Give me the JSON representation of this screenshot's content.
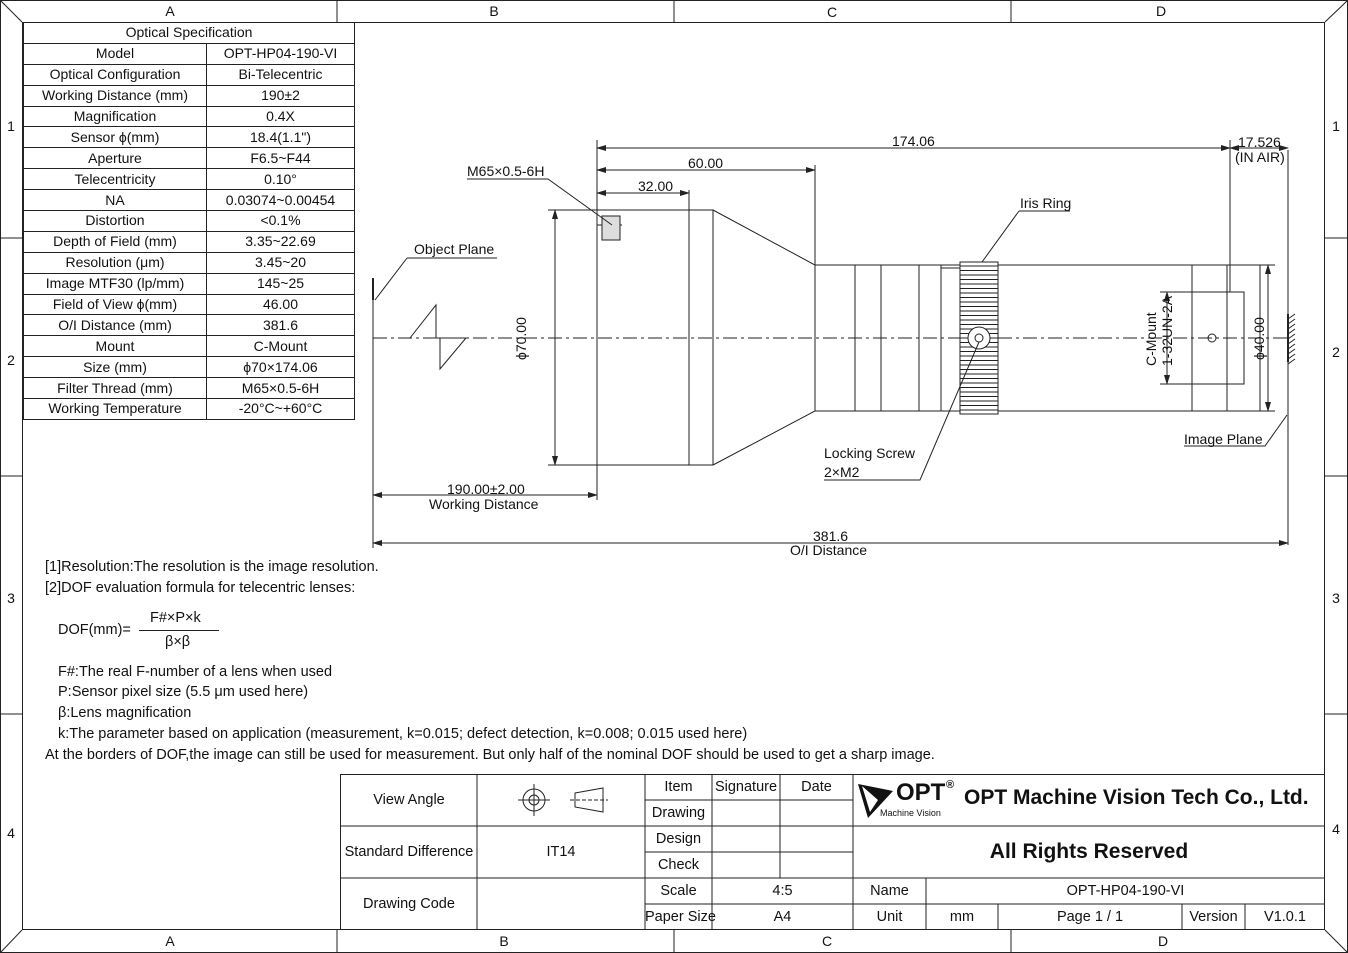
{
  "frame": {
    "cols": [
      "A",
      "B",
      "C",
      "D"
    ],
    "rows": [
      "1",
      "2",
      "3",
      "4"
    ]
  },
  "spec": {
    "title": "Optical Specification",
    "rows": [
      {
        "k": "Model",
        "v": "OPT-HP04-190-VI"
      },
      {
        "k": "Optical Configuration",
        "v": "Bi-Telecentric"
      },
      {
        "k": "Working Distance (mm)",
        "v": "190±2"
      },
      {
        "k": "Magnification",
        "v": "0.4X"
      },
      {
        "k": "Sensor ϕ(mm)",
        "v": "18.4(1.1\")"
      },
      {
        "k": "Aperture",
        "v": "F6.5~F44"
      },
      {
        "k": "Telecentricity",
        "v": "0.10°"
      },
      {
        "k": "NA",
        "v": "0.03074~0.00454"
      },
      {
        "k": "Distortion",
        "v": "<0.1%"
      },
      {
        "k": "Depth of Field (mm)",
        "v": "3.35~22.69"
      },
      {
        "k": "Resolution (μm)",
        "v": "3.45~20"
      },
      {
        "k": "Image MTF30 (lp/mm)",
        "v": "145~25"
      },
      {
        "k": "Field of View ϕ(mm)",
        "v": "46.00"
      },
      {
        "k": "O/I Distance (mm)",
        "v": "381.6"
      },
      {
        "k": "Mount",
        "v": "C-Mount"
      },
      {
        "k": "Size (mm)",
        "v": "ϕ70×174.06"
      },
      {
        "k": "Filter Thread (mm)",
        "v": "M65×0.5-6H"
      },
      {
        "k": "Working Temperature",
        "v": "-20°C~+60°C"
      }
    ]
  },
  "drawing": {
    "dim_total": "174.06",
    "dim_60": "60.00",
    "dim_32": "32.00",
    "dim_air": "17.526",
    "dim_air_note": "(IN AIR)",
    "thread": "M65×0.5-6H",
    "iris": "Iris Ring",
    "object_plane": "Object Plane",
    "image_plane": "Image Plane",
    "dia70": "ϕ70.00",
    "dia40": "ϕ40.00",
    "cmount1": "C-Mount",
    "cmount2": "1-32UN-2A",
    "lock1": "Locking Screw",
    "lock2": "2×M2",
    "wd_val": "190.00±2.00",
    "wd_lbl": "Working Distance",
    "oi_val": "381.6",
    "oi_lbl": "O/I Distance"
  },
  "notes": {
    "n1": "[1]Resolution:The resolution is  the image resolution.",
    "n2": "[2]DOF evaluation formula for telecentric lenses:",
    "dof_lhs": "DOF(mm)=",
    "dof_num": "F#×P×k",
    "dof_den": "β×β",
    "f": "F#:The real F-number of a lens when used",
    "p": "P:Sensor pixel size (5.5 μm used here)",
    "b": "β:Lens magnification",
    "k": "k:The parameter based on application (measurement, k=0.015; defect detection, k=0.008; 0.015 used here)",
    "last": "At the borders of DOF,the image can still be used for measurement. But only half of the nominal DOF should be used to get a sharp image."
  },
  "titleblock": {
    "view_angle": "View Angle",
    "std_diff": "Standard Difference",
    "std_val": "IT14",
    "drawing_code": "Drawing Code",
    "item": "Item",
    "signature": "Signature",
    "date": "Date",
    "drawing": "Drawing",
    "design": "Design",
    "check": "Check",
    "scale": "Scale",
    "scale_val": "4:5",
    "paper": "Paper Size",
    "paper_val": "A4",
    "logo": "OPT",
    "logo_sub": "Machine Vision",
    "company": "OPT Machine Vision Tech Co., Ltd.",
    "rights": "All Rights Reserved",
    "name": "Name",
    "name_val": "OPT-HP04-190-VI",
    "unit": "Unit",
    "unit_val": "mm",
    "page": "Page  1 / 1",
    "version": "Version",
    "version_val": "V1.0.1"
  }
}
